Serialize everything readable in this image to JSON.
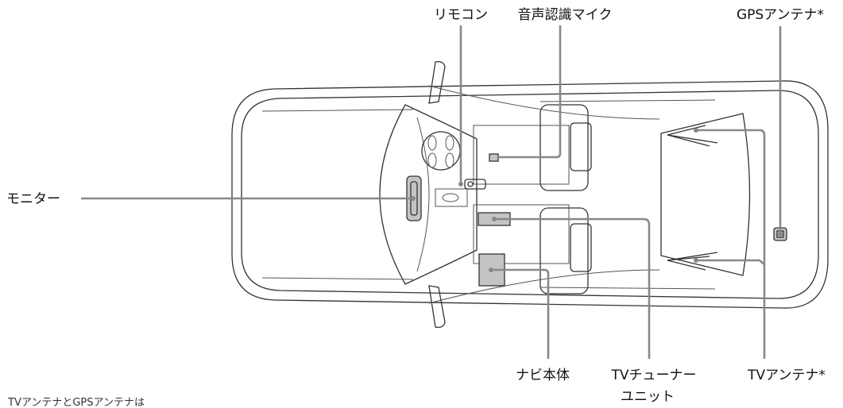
{
  "labels": {
    "remote": "リモコン",
    "voice_mic": "音声認識マイク",
    "gps_antenna": "GPSアンテナ*",
    "monitor": "モニター",
    "navi_unit": "ナビ本体",
    "tv_tuner_line1": "TVチューナー",
    "tv_tuner_line2": "ユニット",
    "tv_antenna": "TVアンテナ*"
  },
  "footnote": "TVアンテナとGPSアンテナは"
}
